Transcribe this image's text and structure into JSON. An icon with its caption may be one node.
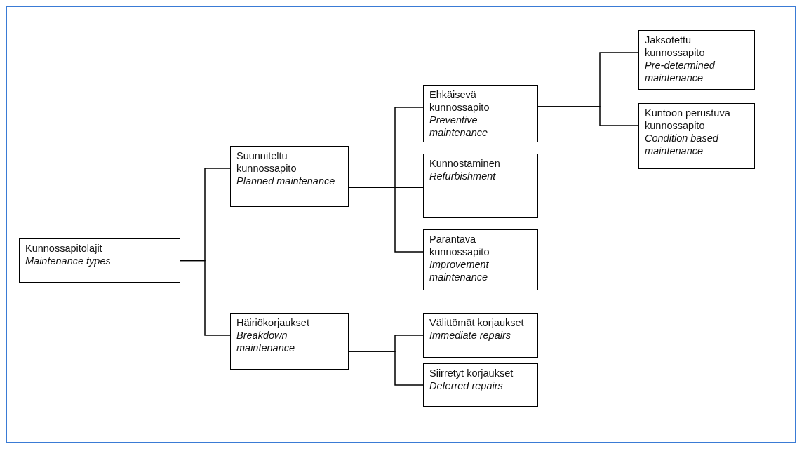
{
  "diagram": {
    "nodes": [
      {
        "text": [
          "Kunnossapitolajit",
          "Maintenance types"
        ]
      },
      {
        "text": [
          "Suunniteltu kunnossapito",
          "Planned maintenance"
        ]
      },
      {
        "text": [
          "Häiriökorjaukset",
          "Breakdown maintenance"
        ]
      },
      {
        "text": [
          "Ehkäisevä kunnossapito",
          "Preventive maintenance"
        ]
      },
      {
        "text": [
          "Kunnostaminen",
          "Refurbishment"
        ]
      },
      {
        "text": [
          "Parantava kunnossapito",
          "Improvement maintenance"
        ]
      },
      {
        "text": [
          "Välittömät korjaukset",
          "Immediate repairs"
        ]
      },
      {
        "text": [
          "Siirretyt korjaukset",
          "Deferred repairs"
        ]
      },
      {
        "text": [
          "Jaksotettu kunnossapito",
          "Pre-determined maintenance"
        ]
      },
      {
        "text": [
          "Kuntoon perustuva kunnossapito",
          "Condition based maintenance"
        ]
      }
    ],
    "edges": [
      {
        "from": 0,
        "to": 1,
        "arrow": "none"
      },
      {
        "from": 0,
        "to": 2,
        "arrow": "none"
      },
      {
        "from": 1,
        "to": 3,
        "arrow": "none"
      },
      {
        "from": 1,
        "to": 4,
        "arrow": "none"
      },
      {
        "from": 1,
        "to": 5,
        "arrow": "none"
      },
      {
        "from": 2,
        "to": 6,
        "arrow": "none"
      },
      {
        "from": 2,
        "to": 7,
        "arrow": "none"
      },
      {
        "from": 3,
        "to": 8,
        "arrow": "none"
      },
      {
        "from": 3,
        "to": 9,
        "arrow": "none"
      }
    ]
  }
}
